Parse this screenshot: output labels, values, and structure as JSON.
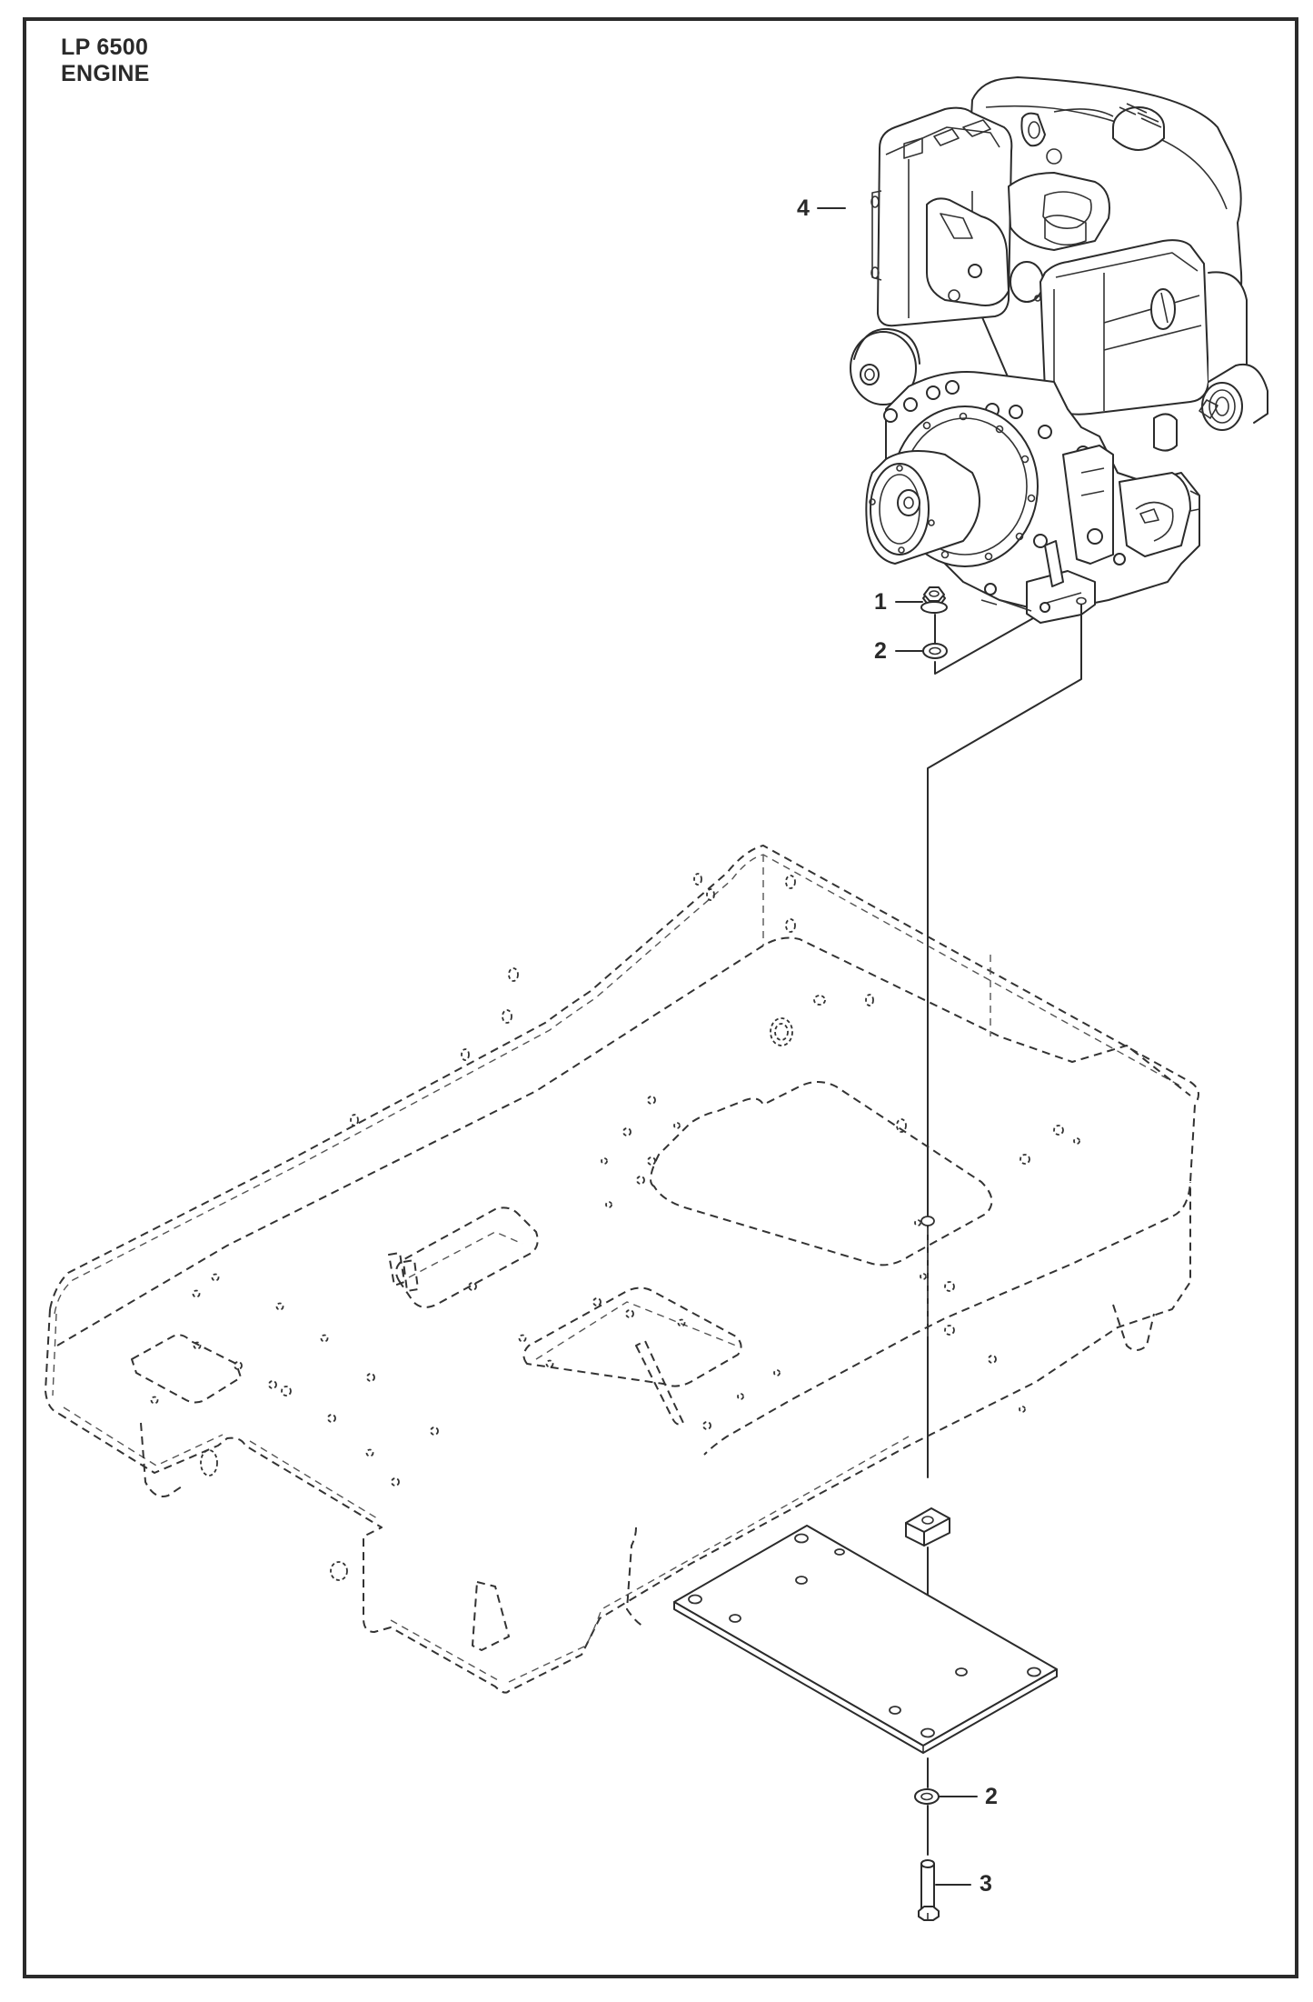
{
  "title": {
    "model": "LP 6500",
    "section": "ENGINE"
  },
  "callouts": [
    {
      "id": "1",
      "label": "1",
      "part": "flange-nut"
    },
    {
      "id": "2a",
      "label": "2",
      "part": "washer-upper"
    },
    {
      "id": "2b",
      "label": "2",
      "part": "washer-lower"
    },
    {
      "id": "3",
      "label": "3",
      "part": "hex-bolt"
    },
    {
      "id": "4",
      "label": "4",
      "part": "engine"
    }
  ],
  "components": {
    "engine": "engine-assembly",
    "frame": "base-frame (hidden/dashed)",
    "plate": "engine-mounting-plate",
    "spacer": "spacer-block"
  },
  "colors": {
    "line": "#2b2b2b",
    "background": "#ffffff",
    "border": "#2b2b2b"
  }
}
